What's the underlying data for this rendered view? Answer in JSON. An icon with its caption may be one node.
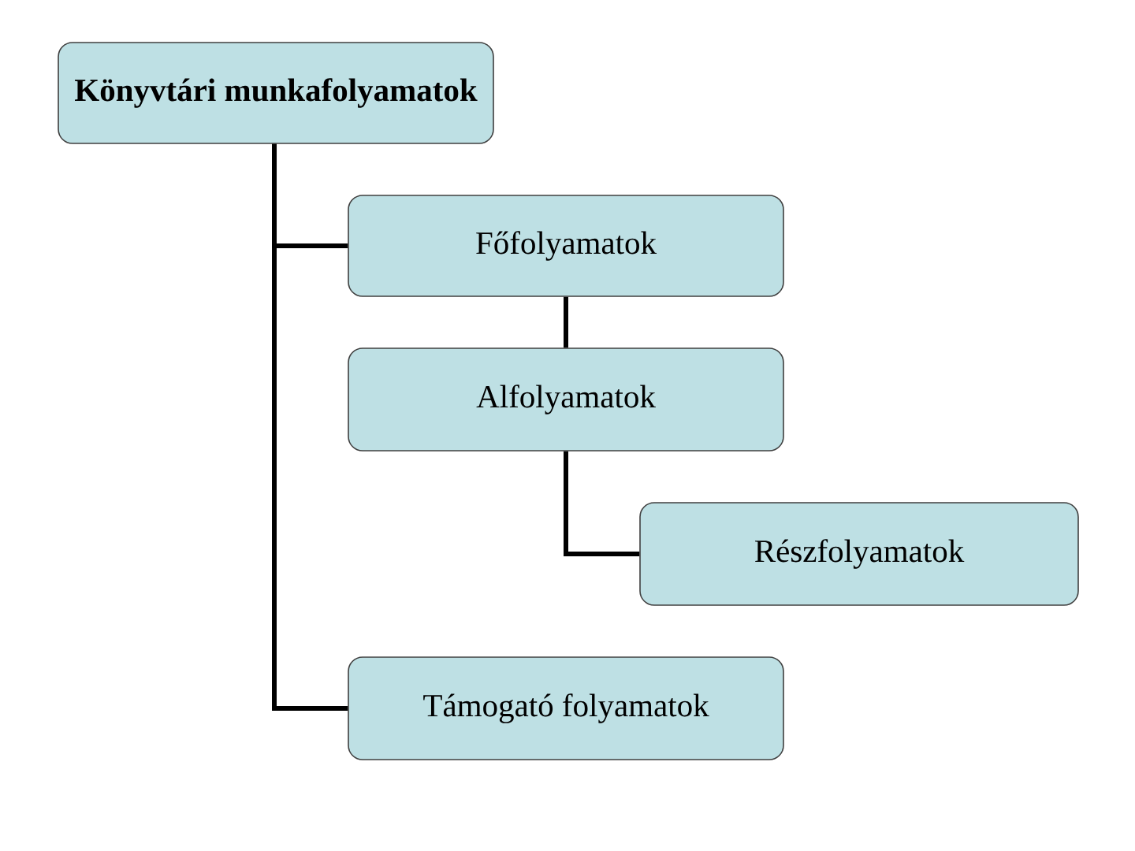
{
  "diagram": {
    "nodes": [
      {
        "text": [
          "Könyvtári munkafolyamatok"
        ]
      },
      {
        "text": [
          "Főfolyamatok"
        ]
      },
      {
        "text": [
          "Alfolyamatok"
        ]
      },
      {
        "text": [
          "Részfolyamatok"
        ]
      },
      {
        "text": [
          "Támogató folyamatok"
        ]
      }
    ],
    "edges": [
      {
        "from": 0,
        "to": 1,
        "arrow": "none"
      },
      {
        "from": 1,
        "to": 2,
        "arrow": "none"
      },
      {
        "from": 2,
        "to": 3,
        "arrow": "none"
      },
      {
        "from": 0,
        "to": 4,
        "arrow": "none"
      }
    ]
  }
}
